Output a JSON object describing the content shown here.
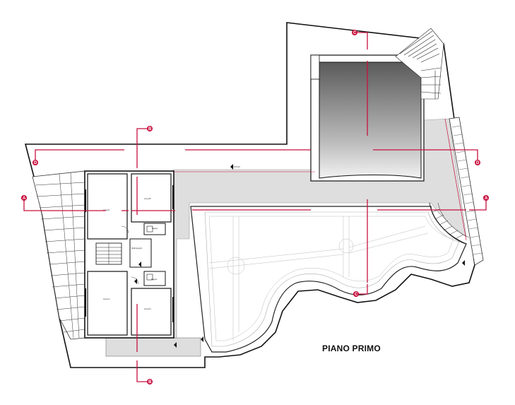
{
  "drawing": {
    "title": "PIANO PRIMO",
    "accent_color": "#c8103e",
    "pool_color_top": "#5a5a5a",
    "pool_color_bottom": "#f2f2f2",
    "deck_color": "#dedede"
  },
  "sections": {
    "a_left": "A",
    "a_right": "A",
    "b_top": "B",
    "b_bottom": "B",
    "c_top": "C",
    "c_bottom": "C",
    "d_left": "D",
    "d_right": "D"
  },
  "rooms": {
    "r1": "zona A",
    "r2": "zona B",
    "r3": "bagno",
    "r4": "disimpegno",
    "r5": "bagno",
    "r6": "zona C",
    "r7": "zona D"
  }
}
